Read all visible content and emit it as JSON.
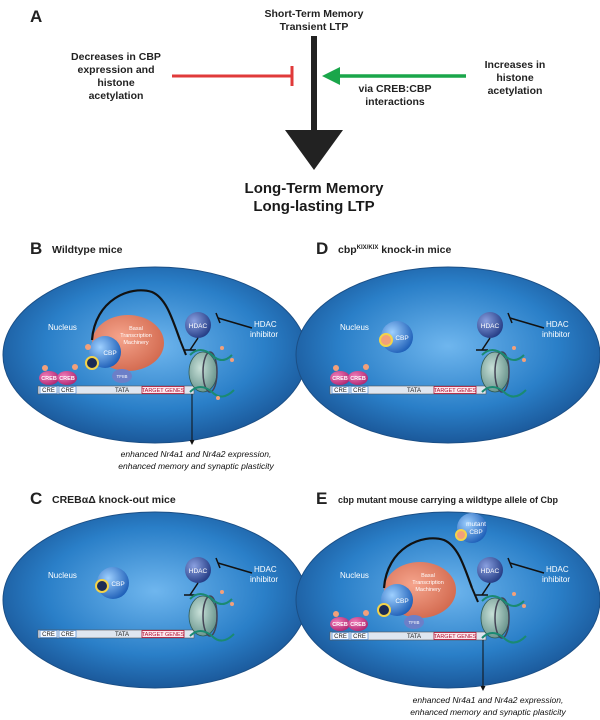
{
  "panel_a": {
    "letter": "A",
    "top_label": [
      "Short-Term Memory",
      "Transient LTP"
    ],
    "left_label": [
      "Decreases in CBP",
      "expression and",
      "histone",
      "acetylation"
    ],
    "right_label": [
      "Increases in",
      "histone",
      "acetylation"
    ],
    "via_label": [
      "via CREB:CBP",
      "interactions"
    ],
    "bottom_label": [
      "Long-Term Memory",
      "Long-lasting LTP"
    ],
    "colors": {
      "inhibit": "#e03a3a",
      "activate": "#1aa64a",
      "main": "#222222"
    }
  },
  "common": {
    "nucleus": "Nucleus",
    "hdac": "HDAC",
    "hdac_inhibitor": [
      "HDAC",
      "inhibitor"
    ],
    "cbp": "CBP",
    "creb": "CREB",
    "cre": "CRE",
    "tata": "TATA",
    "target_genes": "TARGET GENES",
    "tfiib": "TFIIB",
    "basal": [
      "Basal",
      "Transcription",
      "Machinery"
    ],
    "mutant_cbp": [
      "mutant",
      "CBP"
    ],
    "colors": {
      "cell": "#2a7fc8",
      "cell_edge": "#1b4f86",
      "basal": "#e07a5f",
      "hdac": "#2e4b9a",
      "creb": "#cc3a8a",
      "cbp": "#2366c0"
    }
  },
  "panels": {
    "B": {
      "letter": "B",
      "title": "Wildtype mice",
      "caption": [
        "enhanced Nr4a1 and Nr4a2 expression,",
        "enhanced memory and synaptic plasticity"
      ]
    },
    "C": {
      "letter": "C",
      "title": "CREBαΔ knock-out mice"
    },
    "D": {
      "letter": "D",
      "title_main": "cbp",
      "title_sup": "KIX/KIX",
      "title_tail": " knock-in mice"
    },
    "E": {
      "letter": "E",
      "title": "cbp mutant mouse carrying a wildtype allele of Cbp",
      "caption": [
        "enhanced Nr4a1 and Nr4a2 expression,",
        "enhanced memory and synaptic plasticity"
      ]
    }
  }
}
